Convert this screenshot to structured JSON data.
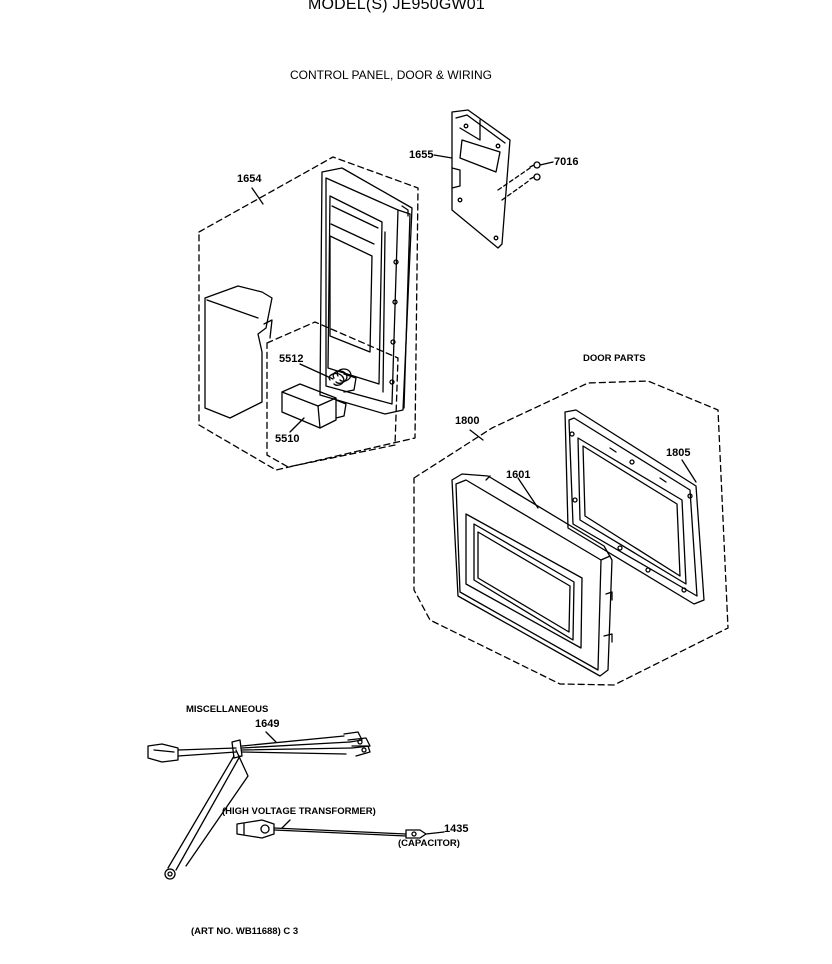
{
  "header": {
    "model_title": "MODEL(S) JE950GW01",
    "section_title": "CONTROL PANEL, DOOR & WIRING"
  },
  "sections": {
    "door_parts": "DOOR PARTS",
    "miscellaneous": "MISCELLANEOUS"
  },
  "parts": {
    "p1654": "1654",
    "p1655": "1655",
    "p7016": "7016",
    "p5512": "5512",
    "p5510": "5510",
    "p1800": "1800",
    "p1601": "1601",
    "p1805": "1805",
    "p1649": "1649",
    "p1435": "1435"
  },
  "labels": {
    "high_voltage_transformer": "(HIGH VOLTAGE TRANSFORMER)",
    "capacitor": "(CAPACITOR)"
  },
  "footer": {
    "art_number": "(ART NO. WB11688) C 3"
  }
}
